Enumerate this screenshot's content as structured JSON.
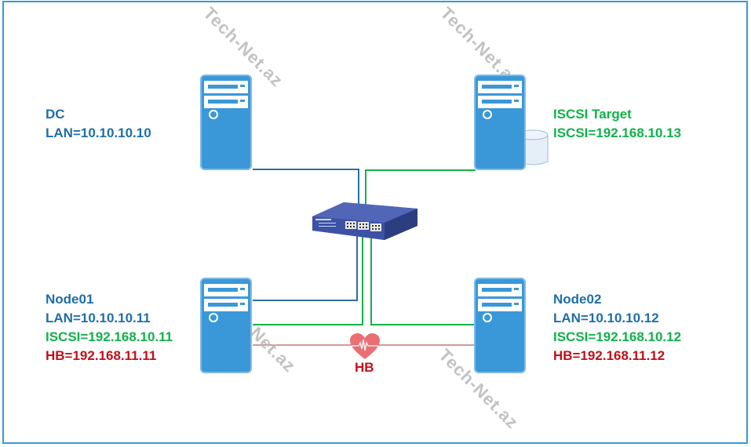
{
  "diagram": {
    "nodes": {
      "dc": {
        "name": "DC",
        "lan": "LAN=10.10.10.10"
      },
      "iscsi_target": {
        "name": "ISCSI Target",
        "iscsi": "ISCSI=192.168.10.13"
      },
      "node01": {
        "name": "Node01",
        "lan": "LAN=10.10.10.11",
        "iscsi": "ISCSI=192.168.10.11",
        "hb": "HB=192.168.11.11"
      },
      "node02": {
        "name": "Node02",
        "lan": "LAN=10.10.10.12",
        "iscsi": "ISCSI=192.168.10.12",
        "hb": "HB=192.168.11.12"
      }
    },
    "heartbeat_label": "HB",
    "switch_icon": "network-switch",
    "watermark": "Tech-Net.az",
    "colors": {
      "lan": "#2a6fa8",
      "iscsi": "#14b14a",
      "heartbeat": "#a0303a",
      "server": "#3a98d8",
      "frame": "#3a98d4"
    }
  }
}
